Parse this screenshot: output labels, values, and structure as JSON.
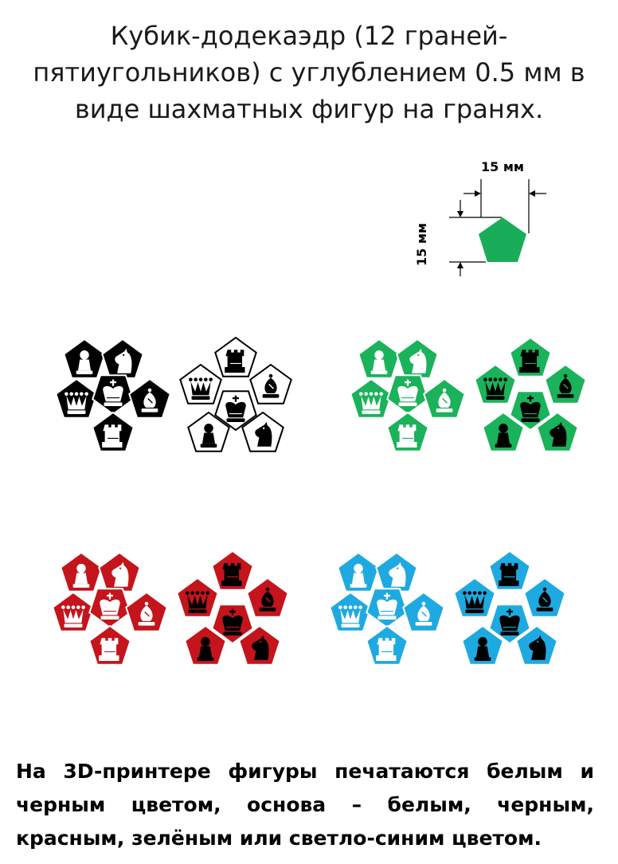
{
  "title_lines": [
    "Кубик-додекаэдр (12 граней-",
    "пятиугольников) с  углублением 0.5 мм в",
    "виде шахматных фигур на гранях."
  ],
  "dimension": {
    "width_label": "15 мм",
    "height_label": "15 мм",
    "face_color": "#19ad59"
  },
  "nets": [
    {
      "name": "black-white",
      "left_color": "#000000",
      "right_color": "#ffffff",
      "left_stroke": "#ffffff",
      "right_stroke": "#000000",
      "left_icon": "#ffffff",
      "right_icon": "#000000"
    },
    {
      "name": "green",
      "left_color": "#1ab25a",
      "right_color": "#1ab25a",
      "left_stroke": "#ffffff",
      "right_stroke": "#ffffff",
      "left_icon": "#ffffff",
      "right_icon": "#000000"
    },
    {
      "name": "red",
      "left_color": "#c4141c",
      "right_color": "#c4141c",
      "left_stroke": "#ffffff",
      "right_stroke": "#ffffff",
      "left_icon": "#ffffff",
      "right_icon": "#000000"
    },
    {
      "name": "light-blue",
      "left_color": "#1fa9e1",
      "right_color": "#1fa9e1",
      "left_stroke": "#ffffff",
      "right_stroke": "#ffffff",
      "left_icon": "#ffffff",
      "right_icon": "#000000"
    }
  ],
  "faces_left": [
    "pawn",
    "knight",
    "queen",
    "king",
    "bishop",
    "rook"
  ],
  "faces_right": [
    "rook",
    "queen",
    "bishop",
    "king",
    "pawn",
    "knight"
  ],
  "caption": "На 3D-принтере фигуры печатаются белым и черным цветом, основа – белым, черным, красным, зелёным или светло-синим цветом."
}
